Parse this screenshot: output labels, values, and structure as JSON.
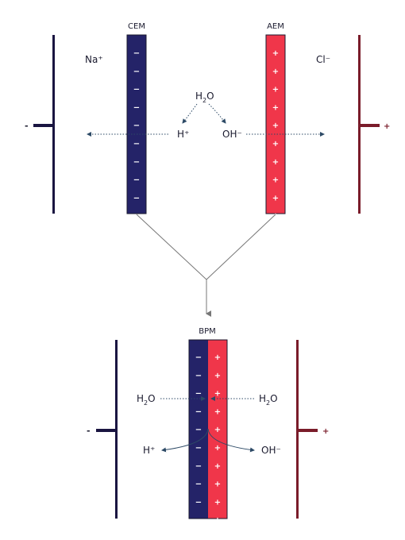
{
  "colors": {
    "cathode": "#1a1541",
    "anode": "#7a1c2a",
    "cem": "#242368",
    "aem": "#f0364a",
    "arrow": "#2d4a66",
    "connector": "#777777"
  },
  "top": {
    "cem_label": "CEM",
    "aem_label": "AEM",
    "cation": "Na⁺",
    "anion": "Cl⁻",
    "water": "H",
    "water_sub": "2",
    "water_end": "O",
    "proton": "H⁺",
    "hydroxide": "OH⁻",
    "cathode_sign": "-",
    "anode_sign": "+",
    "cem_charges": [
      "−",
      "−",
      "−",
      "−",
      "−",
      "−",
      "−",
      "−",
      "−",
      "−"
    ],
    "aem_charges": [
      "+",
      "+",
      "+",
      "+",
      "+",
      "+",
      "+",
      "+",
      "+",
      "+"
    ]
  },
  "bottom": {
    "bpm_label": "BPM",
    "water_left": "H",
    "water_left_sub": "2",
    "water_left_end": "O",
    "water_right": "H",
    "water_right_sub": "2",
    "water_right_end": "O",
    "proton": "H⁺",
    "hydroxide": "OH⁻",
    "cathode_sign": "-",
    "anode_sign": "+",
    "cem_charges": [
      "−",
      "−",
      "−",
      "−",
      "−",
      "−",
      "−",
      "−",
      "−",
      "−"
    ],
    "aem_charges": [
      "+",
      "+",
      "+",
      "+",
      "+",
      "+",
      "+",
      "+",
      "+",
      "+"
    ]
  }
}
